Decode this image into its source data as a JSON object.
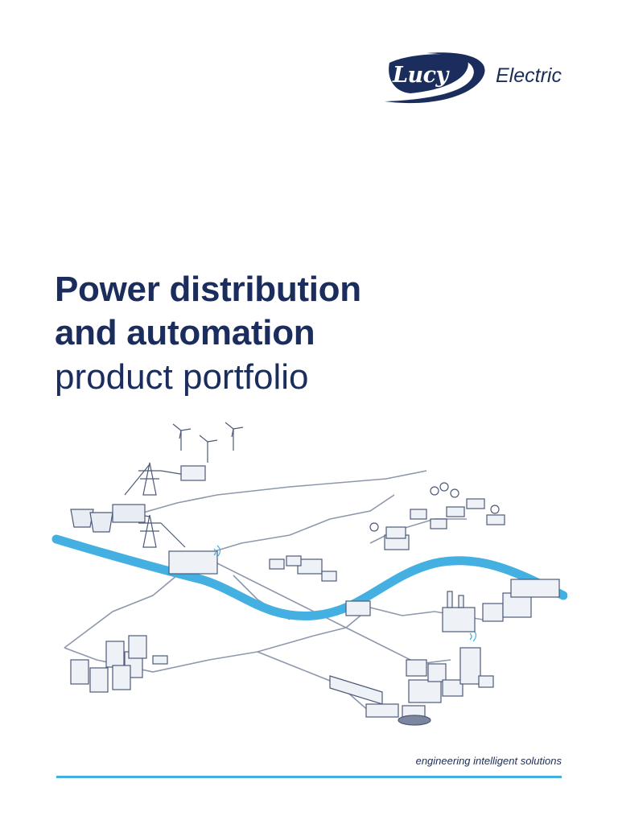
{
  "brand": {
    "logo_lucy": "Lucy",
    "logo_electric": "Electric",
    "navy": "#1b2d5c",
    "accent_blue": "#44b0e2"
  },
  "title": {
    "line1": "Power distribution",
    "line2": "and automation",
    "line3": "product portfolio"
  },
  "illustration": {
    "icons": [
      "wind-turbine-icon",
      "power-pylon-icon",
      "cooling-tower-icon",
      "substation-icon",
      "river-icon",
      "house-icon",
      "tree-icon",
      "factory-icon",
      "apartment-block-icon",
      "office-building-icon",
      "airport-icon",
      "antenna-icon"
    ]
  },
  "footer": {
    "tagline": "engineering intelligent solutions"
  }
}
